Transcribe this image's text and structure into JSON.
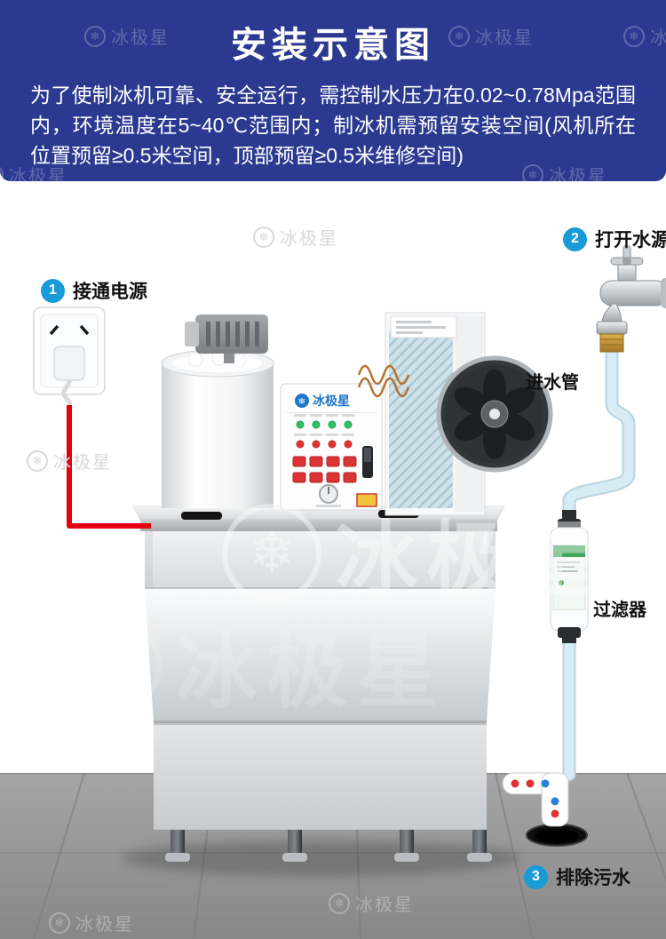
{
  "header": {
    "title": "安装示意图",
    "description": "为了使制冰机可靠、安全运行，需控制水压力在0.02~0.78Mpa范围内，环境温度在5~40℃范围内；制冰机需预留安装空间(风机所在位置预留≥0.5米空间，顶部预留≥0.5米维修空间)"
  },
  "steps": [
    {
      "number": "1",
      "label": "接通电源"
    },
    {
      "number": "2",
      "label": "打开水源"
    },
    {
      "number": "3",
      "label": "排除污水"
    }
  ],
  "annotations": {
    "inlet_pipe": "进水管",
    "filter": "过滤器"
  },
  "machine": {
    "panel_brand": "冰极星"
  },
  "watermark": {
    "brand": "冰极星",
    "snowflake": "❄"
  },
  "colors": {
    "header_bg": "#2b3a90",
    "step_badge": "#189bd7",
    "power_cable": "#e60012",
    "water_pipe": "#d8ecf5",
    "floor": "#999999"
  }
}
